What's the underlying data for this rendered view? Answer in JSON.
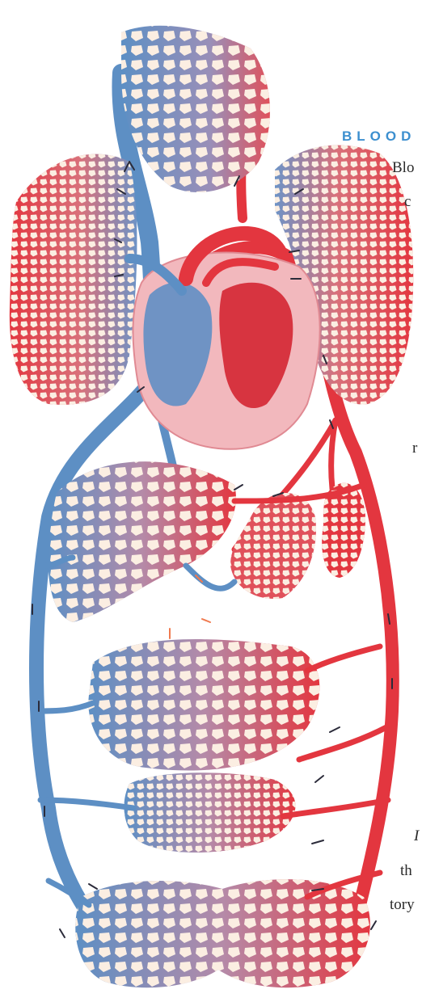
{
  "heading": "BLOOD",
  "text_fragments": [
    "Blo",
    "c",
    "r",
    "I",
    "th",
    "tory"
  ],
  "colors": {
    "artery": "#e3363f",
    "vein": "#5d8fc4",
    "heart_fill": "#f2b8bd",
    "capillary_gap": "#fbeee2",
    "heading": "#3c8fcf",
    "arrow": "#2b2b3a"
  }
}
